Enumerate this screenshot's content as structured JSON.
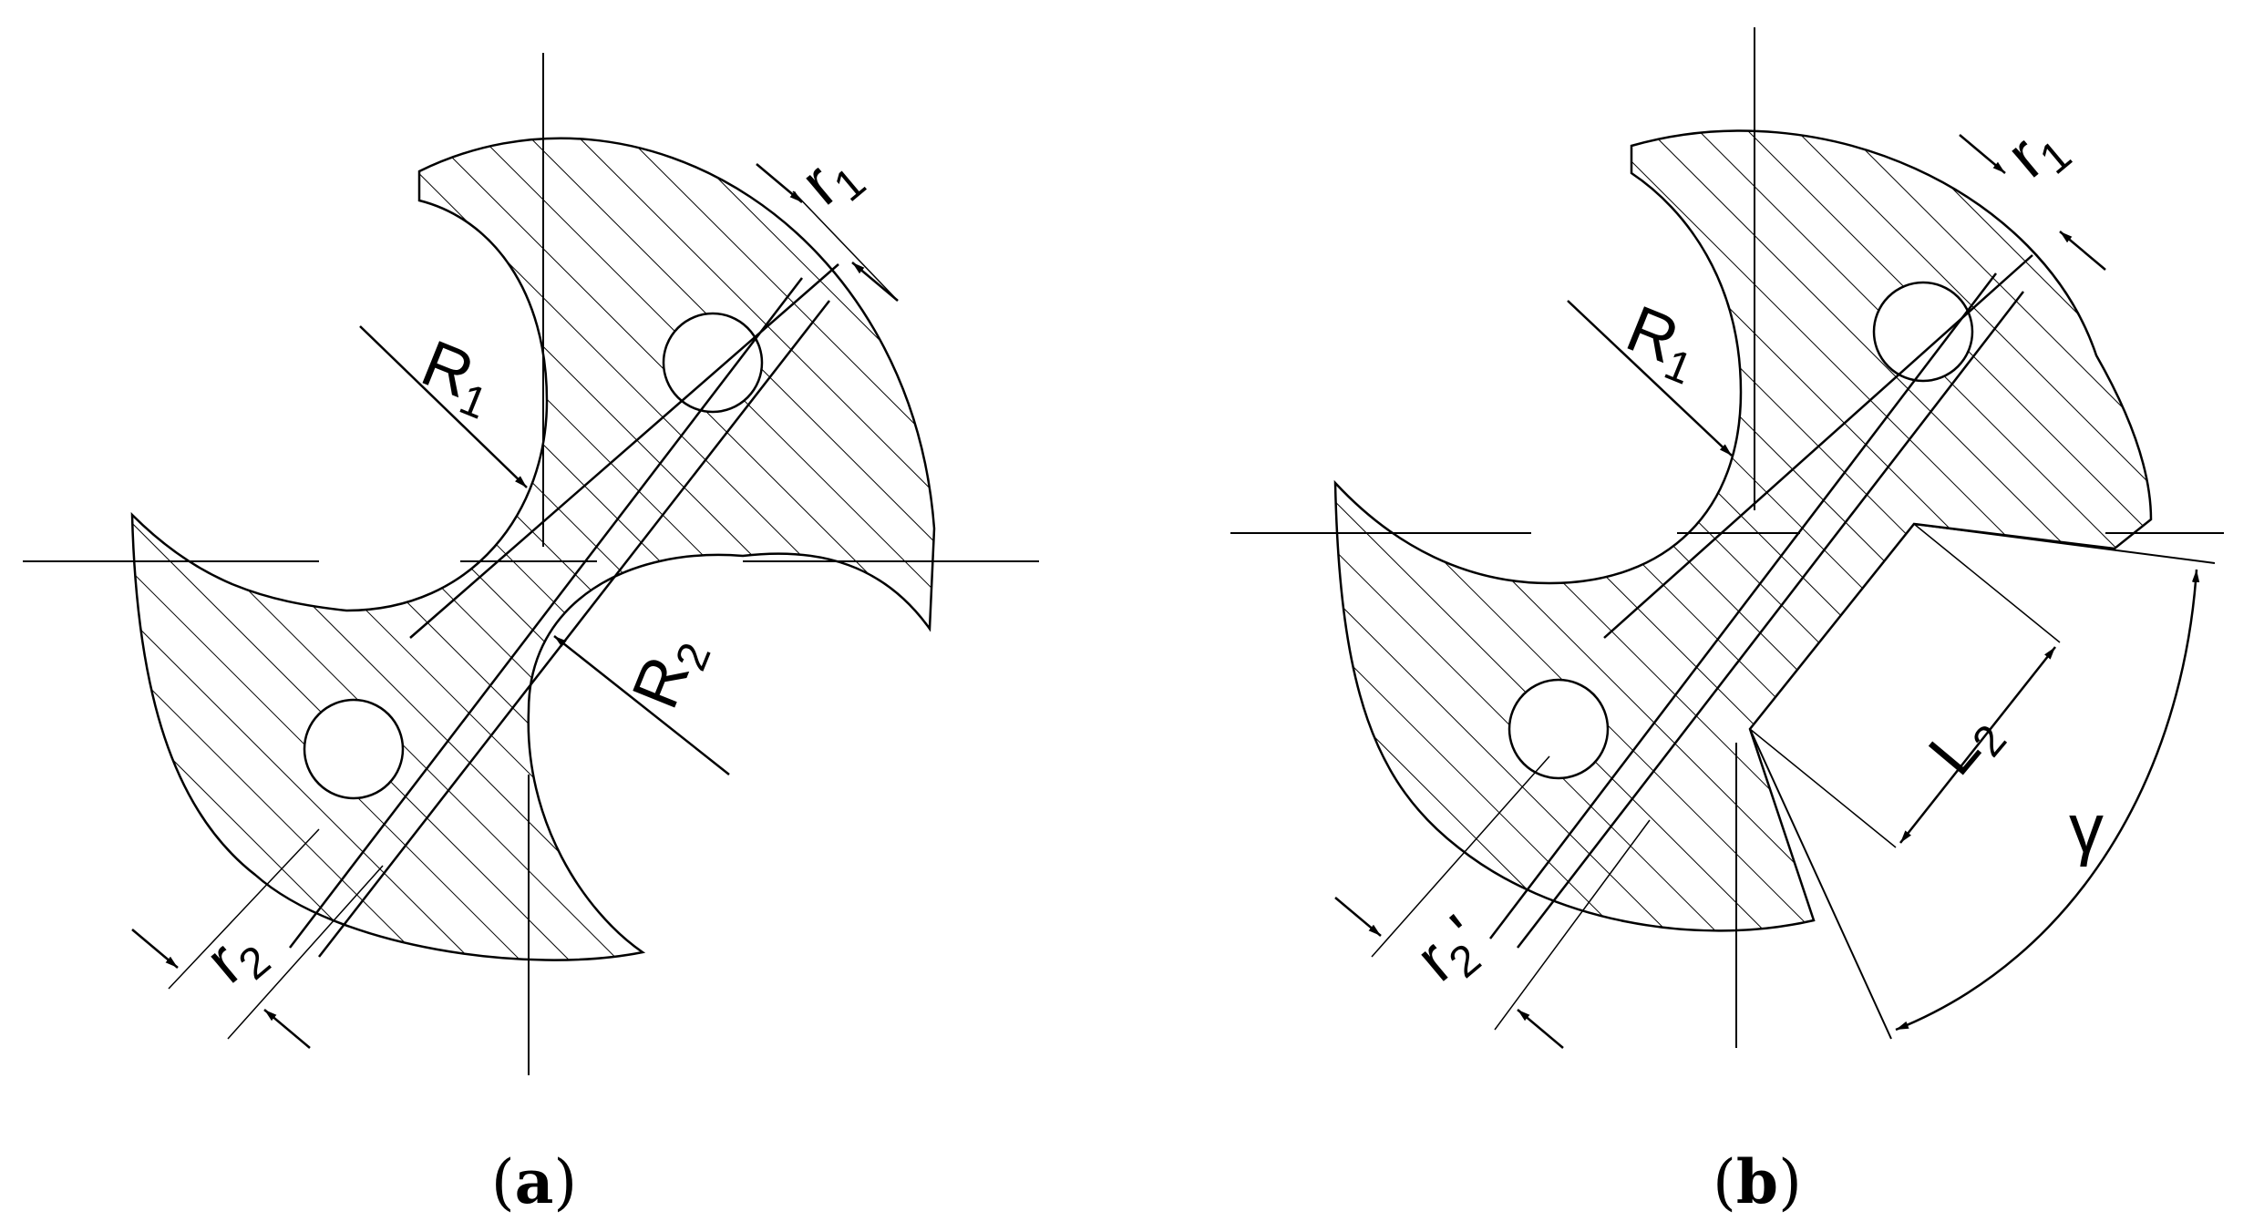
{
  "panels": [
    {
      "id": "a",
      "caption_letter": "a",
      "labels": {
        "R1": "R",
        "R1_sub": "1",
        "R2": "R",
        "R2_sub": "2",
        "r1": "r",
        "r1_sub": "1",
        "r2": "r",
        "r2_sub": "2"
      }
    },
    {
      "id": "b",
      "caption_letter": "b",
      "labels": {
        "R1": "R",
        "R1_sub": "1",
        "r1": "r",
        "r1_sub": "1",
        "r2p": "r",
        "r2p_sub": "2",
        "r2p_prime": "'",
        "L2": "L",
        "L2_sub": "2",
        "gamma": "γ"
      }
    }
  ],
  "caption_open": "(",
  "caption_close": ")",
  "colors": {
    "stroke": "#000000",
    "background": "#ffffff",
    "hatch": "#000000"
  }
}
